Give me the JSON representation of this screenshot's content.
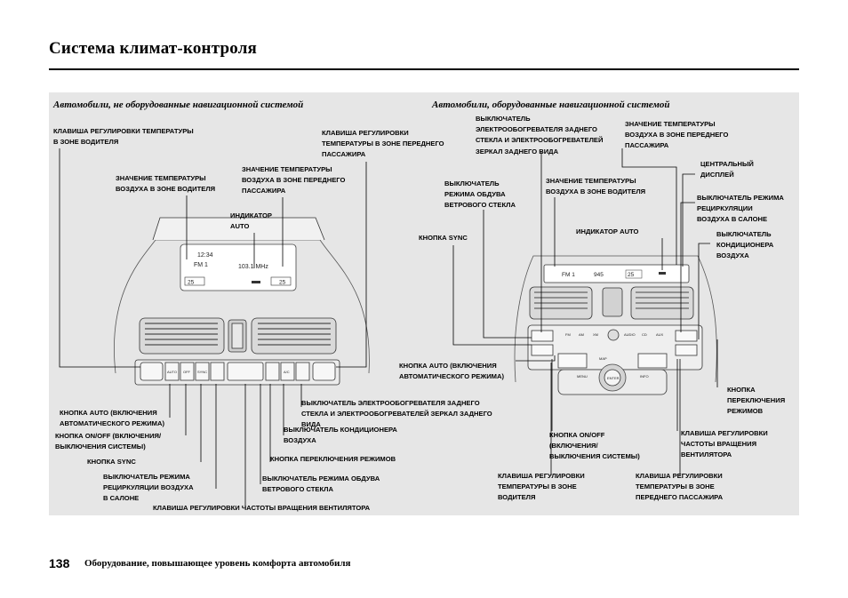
{
  "page": {
    "title": "Система климат-контроля",
    "page_number": "138",
    "footer": "Оборудование, повышающее уровень комфорта автомобиля"
  },
  "left": {
    "heading": "Автомобили, не оборудованные навигационной системой",
    "labels": {
      "driver_temp_key": "КЛАВИША РЕГУЛИРОВКИ ТЕМПЕРАТУРЫ\nВ ЗОНЕ ВОДИТЕЛЯ",
      "passenger_temp_key": "КЛАВИША РЕГУЛИРОВКИ\nТЕМПЕРАТУРЫ В ЗОНЕ ПЕРЕДНЕГО\nПАССАЖИРА",
      "driver_temp_value": "ЗНАЧЕНИЕ ТЕМПЕРАТУРЫ\nВОЗДУХА В ЗОНЕ ВОДИТЕЛЯ",
      "passenger_temp_value": "ЗНАЧЕНИЕ ТЕМПЕРАТУРЫ\nВОЗДУХА В ЗОНЕ ПЕРЕДНЕГО\nПАССАЖИРА",
      "auto_indicator": "ИНДИКАТОР\nAUTO",
      "rear_defrost": "ВЫКЛЮЧАТЕЛЬ ЭЛЕКТРООБОГРЕВАТЕЛЯ ЗАДНЕГО\nСТЕКЛА И ЭЛЕКТРООБОГРЕВАТЕЛЕЙ ЗЕРКАЛ ЗАДНЕГО\nВИДА",
      "auto_button": "КНОПКА AUTO (ВКЛЮЧЕНИЯ\nАВТОМАТИЧЕСКОГО РЕЖИМА)",
      "ac_switch": "ВЫКЛЮЧАТЕЛЬ КОНДИЦИОНЕРА\nВОЗДУХА",
      "onoff_button": "КНОПКА ON/OFF (ВКЛЮЧЕНИЯ/\nВЫКЛЮЧЕНИЯ СИСТЕМЫ)",
      "mode_button": "КНОПКА ПЕРЕКЛЮЧЕНИЯ РЕЖИМОВ",
      "sync_button": "КНОПКА SYNC",
      "recirc_switch": "ВЫКЛЮЧАТЕЛЬ РЕЖИМА\nРЕЦИРКУЛЯЦИИ ВОЗДУХА\nВ САЛОНЕ",
      "windshield_switch": "ВЫКЛЮЧАТЕЛЬ РЕЖИМА ОБДУВА\nВЕТРОВОГО СТЕКЛА",
      "fan_key": "КЛАВИША РЕГУЛИРОВКИ ЧАСТОТЫ ВРАЩЕНИЯ ВЕНТИЛЯТОРА"
    },
    "display": {
      "clock": "12:34",
      "band": "FM 1",
      "freq": "103.1 MHz",
      "temp_left": "25",
      "temp_right": "25"
    },
    "buttons": [
      "AUTO",
      "OFF",
      "SYNC",
      "A/C"
    ]
  },
  "right": {
    "heading": "Автомобили, оборудованные навигационной системой",
    "labels": {
      "rear_defrost": "ВЫКЛЮЧАТЕЛЬ\nЭЛЕКТРООБОГРЕВАТЕЛЯ ЗАДНЕГО\nСТЕКЛА И ЭЛЕКТРООБОГРЕВАТЕЛЕЙ\nЗЕРКАЛ ЗАДНЕГО ВИДА",
      "passenger_temp_value": "ЗНАЧЕНИЕ ТЕМПЕРАТУРЫ\nВОЗДУХА В ЗОНЕ ПЕРЕДНЕГО\nПАССАЖИРА",
      "central_display": "ЦЕНТРАЛЬНЫЙ\nДИСПЛЕЙ",
      "windshield_switch": "ВЫКЛЮЧАТЕЛЬ\nРЕЖИМА ОБДУВА\nВЕТРОВОГО СТЕКЛА",
      "driver_temp_value": "ЗНАЧЕНИЕ ТЕМПЕРАТУРЫ\nВОЗДУХА В ЗОНЕ ВОДИТЕЛЯ",
      "recirc_switch": "ВЫКЛЮЧАТЕЛЬ РЕЖИМА\nРЕЦИРКУЛЯЦИИ\nВОЗДУХА В САЛОНЕ",
      "sync_button": "КНОПКА SYNC",
      "auto_indicator": "ИНДИКАТОР AUTO",
      "ac_switch": "ВЫКЛЮЧАТЕЛЬ\nКОНДИЦИОНЕРА\nВОЗДУХА",
      "auto_button": "КНОПКА AUTO (ВКЛЮЧЕНИЯ\nАВТОМАТИЧЕСКОГО РЕЖИМА)",
      "mode_button": "КНОПКА\nПЕРЕКЛЮЧЕНИЯ\nРЕЖИМОВ",
      "onoff_button": "КНОПКА ON/OFF\n(ВКЛЮЧЕНИЯ/\nВЫКЛЮЧЕНИЯ СИСТЕМЫ)",
      "fan_key": "КЛАВИША РЕГУЛИРОВКИ\nЧАСТОТЫ ВРАЩЕНИЯ\nВЕНТИЛЯТОРА",
      "driver_temp_key": "КЛАВИША РЕГУЛИРОВКИ\nТЕМПЕРАТУРЫ В ЗОНЕ\nВОДИТЕЛЯ",
      "passenger_temp_key": "КЛАВИША РЕГУЛИРОВКИ\nТЕМПЕРАТУРЫ В ЗОНЕ\nПЕРЕДНЕГО ПАССАЖИРА"
    },
    "display": {
      "band": "FM 1",
      "freq": "945",
      "temp": "25"
    },
    "buttons": [
      "FM",
      "AM",
      "XM",
      "AUDIO",
      "CD",
      "AUX",
      "ENTER",
      "MAP",
      "MENU",
      "INFO"
    ]
  }
}
